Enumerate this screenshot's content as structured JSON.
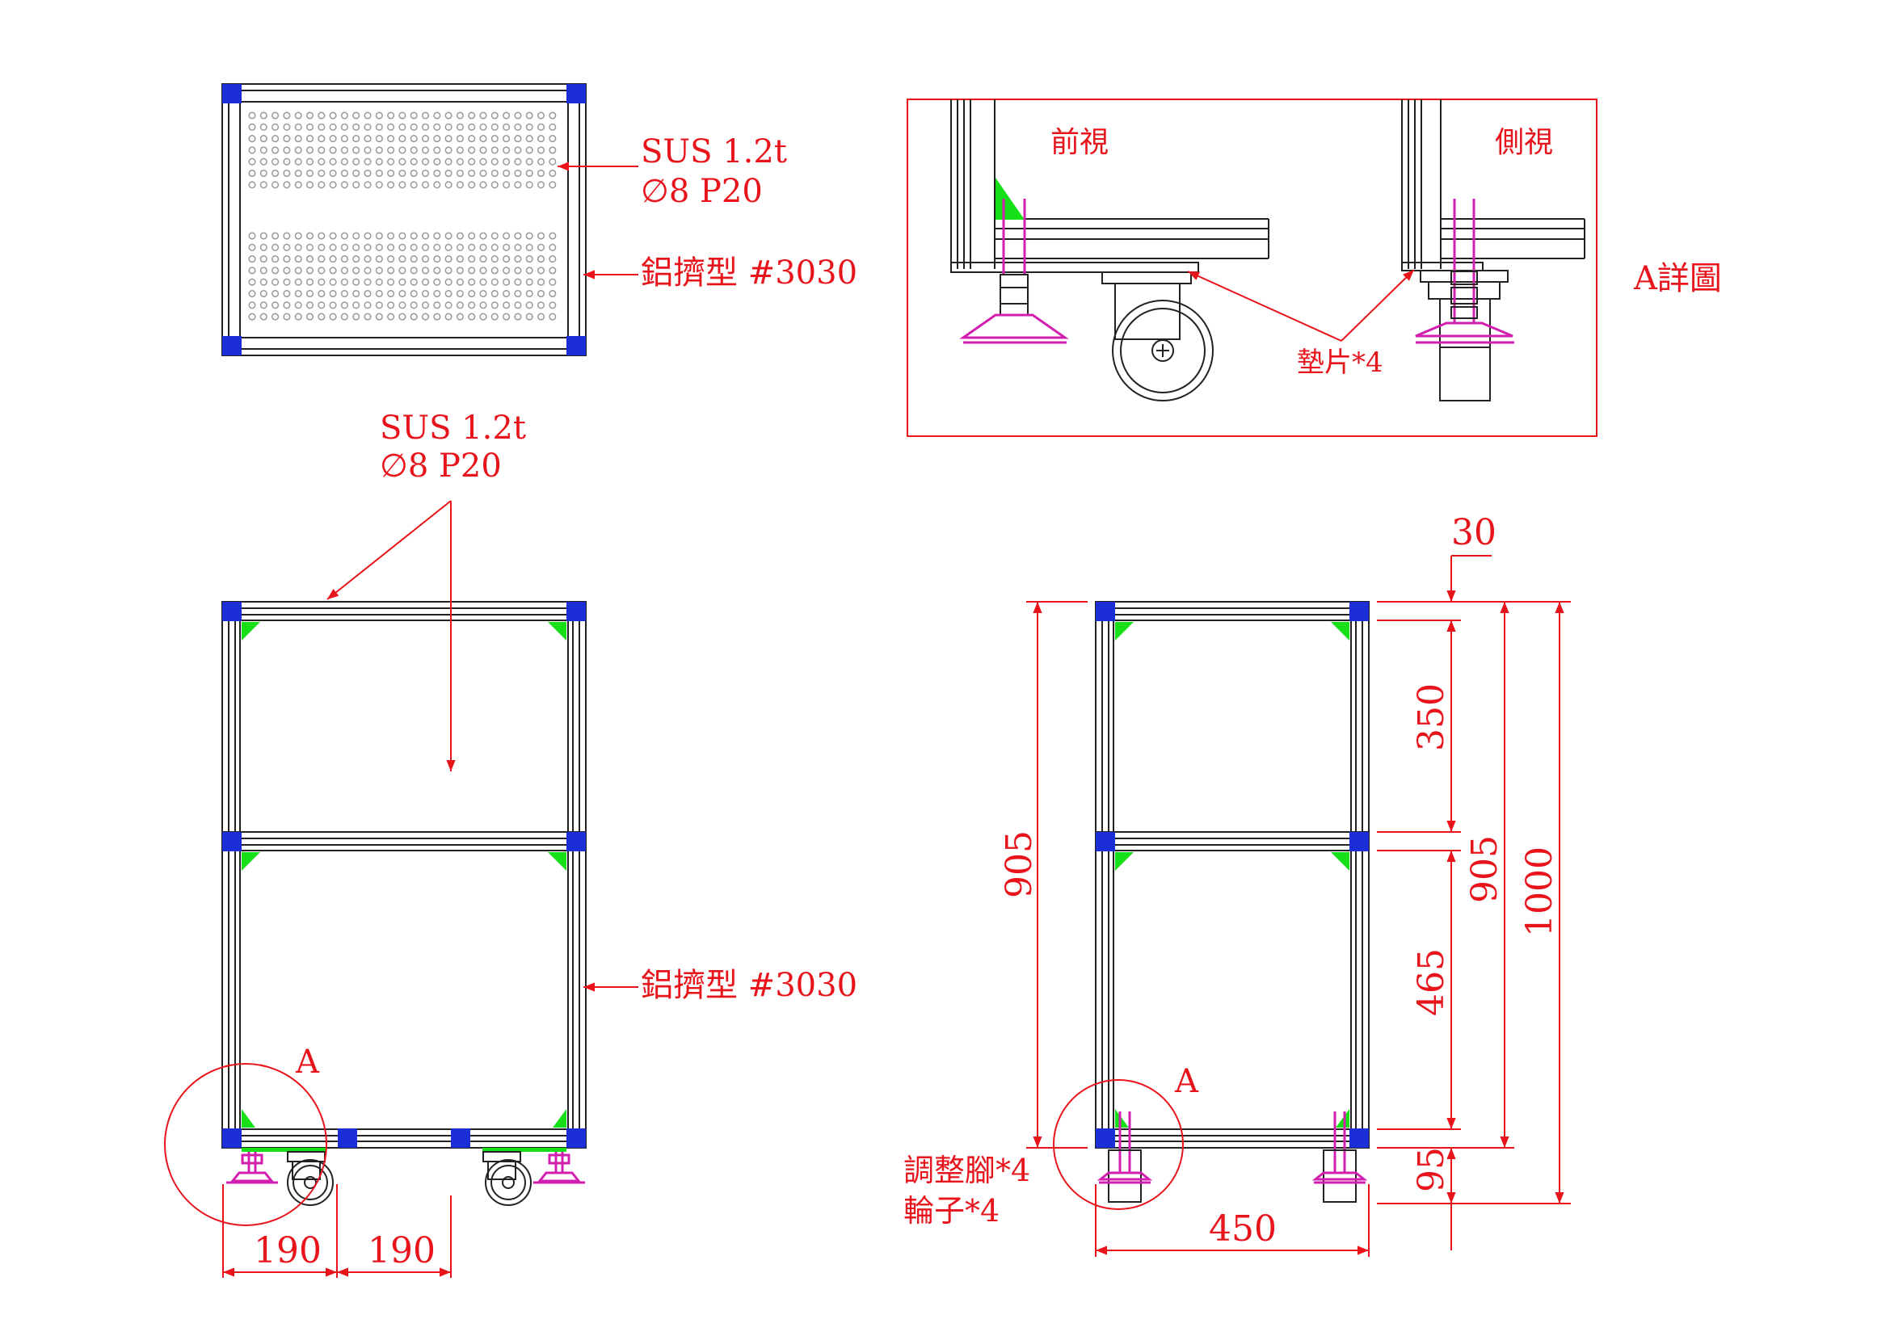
{
  "labels": {
    "material_top": "SUS 1.2t",
    "hole_spec_top": "∅8 P20",
    "profile_top": "鋁擠型 #3030",
    "material_front": "SUS 1.2t",
    "hole_spec_front": "∅8 P20",
    "profile_front": "鋁擠型 #3030",
    "detail_marker_front": "A",
    "detail_marker_side": "A",
    "detail_title": "A詳圖",
    "detail_front_view": "前視",
    "detail_side_view": "側視",
    "shim": "墊片*4",
    "leveling_foot": "調整腳*4",
    "caster": "輪子*4"
  },
  "dimensions": {
    "caster_offset_1": "190",
    "caster_offset_2": "190",
    "width": "450",
    "profile_size": "30",
    "upper_shelf": "350",
    "lower_shelf": "465",
    "foot_height": "95",
    "left_height": "905",
    "right_height": "905",
    "total_height": "1000"
  },
  "colors": {
    "annotation": "#e8141b",
    "profile_joint": "#1c2fd6",
    "corner_bracket": "#18e018",
    "leveling_foot": "#d21fb0",
    "frame_line": "#222222"
  }
}
